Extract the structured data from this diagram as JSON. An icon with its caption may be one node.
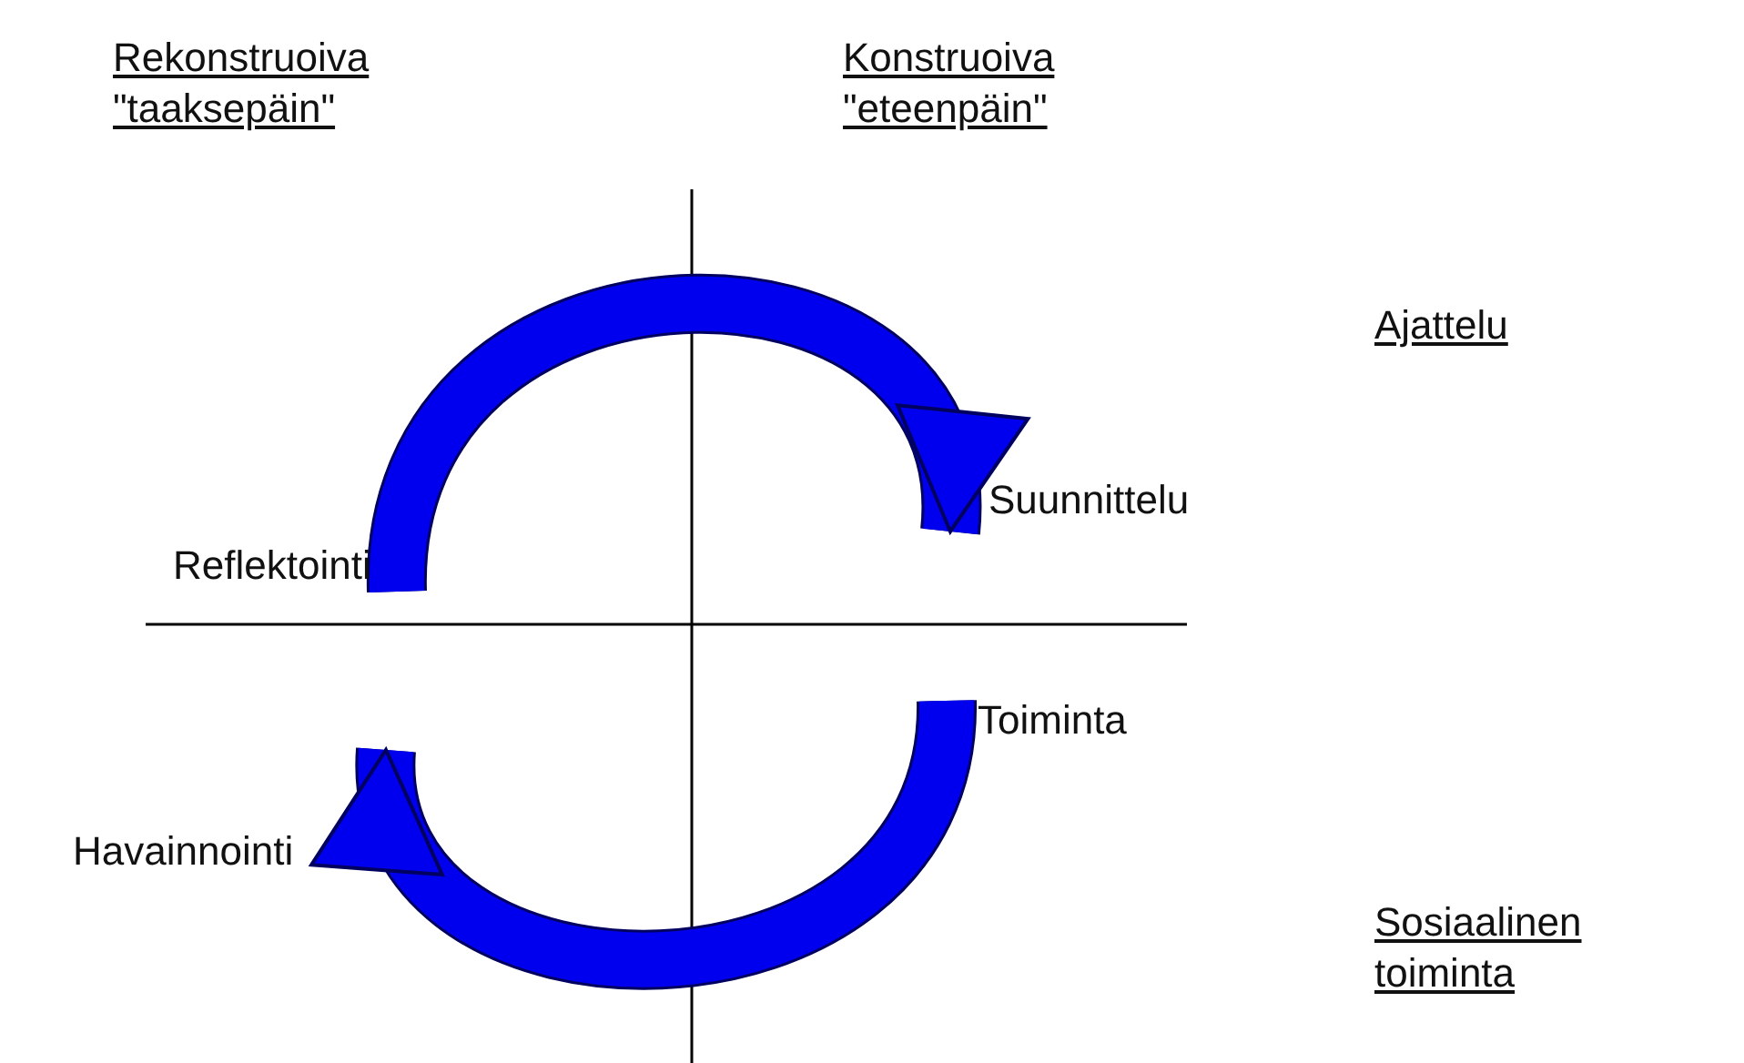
{
  "diagram": {
    "nodes": [
      {
        "text": [
          "Reflektointi"
        ]
      },
      {
        "text": [
          "Suunnittelu"
        ]
      },
      {
        "text": [
          "Havainnointi"
        ]
      },
      {
        "text": [
          "Toiminta"
        ]
      }
    ],
    "edges": [
      {
        "from": 0,
        "to": 1,
        "arrow": "to"
      },
      {
        "from": 3,
        "to": 2,
        "arrow": "to"
      }
    ],
    "labels": [
      "Rekonstruoiva \"taaksepäin\"",
      "Konstruoiva \"eteenpäin\"",
      "Ajattelu",
      "Sosiaalinen toiminta"
    ]
  }
}
